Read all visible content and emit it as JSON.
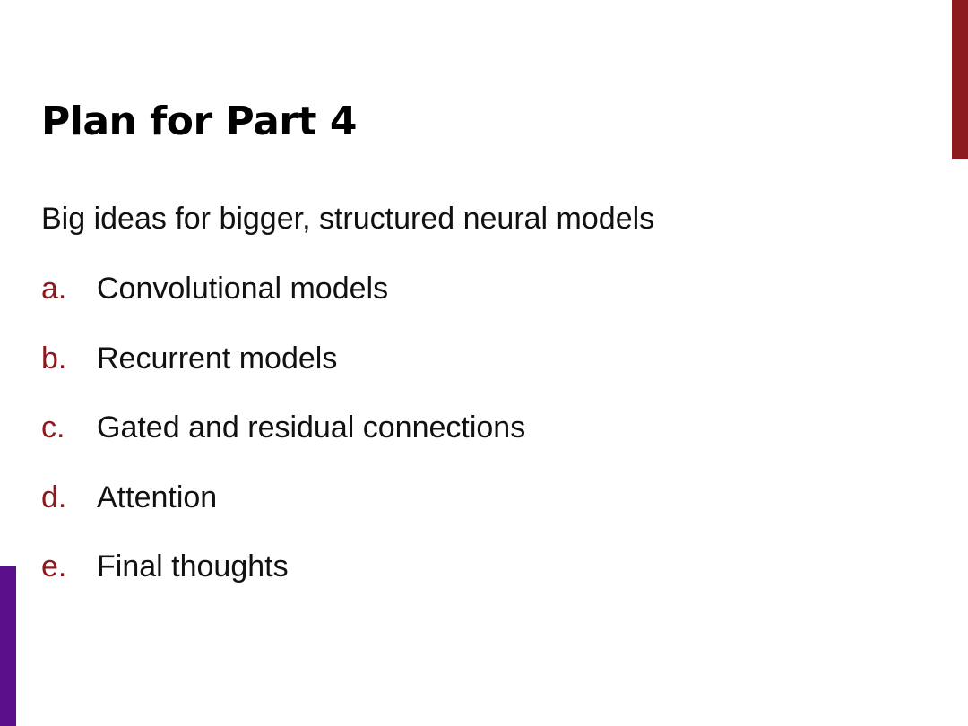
{
  "slide": {
    "title": "Plan for Part 4",
    "intro": "Big ideas for bigger, structured neural models",
    "items": [
      {
        "marker": "a.",
        "text": "Convolutional models"
      },
      {
        "marker": "b.",
        "text": "Recurrent models"
      },
      {
        "marker": "c.",
        "text": "Gated and residual connections"
      },
      {
        "marker": "d.",
        "text": "Attention"
      },
      {
        "marker": "e.",
        "text": "Final thoughts"
      }
    ]
  },
  "colors": {
    "marker": "#8b1a1f",
    "accent_right": "#8b1a1f",
    "accent_left": "#5a0e8a",
    "text": "#111111"
  }
}
